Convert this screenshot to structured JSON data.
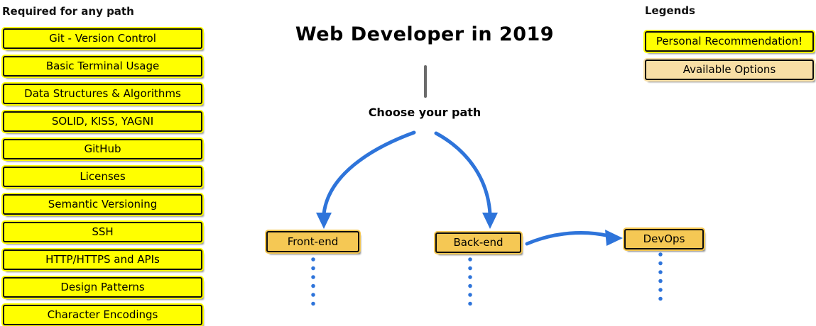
{
  "title": "Web Developer in 2019",
  "choose_path_label": "Choose your path",
  "required": {
    "heading": "Required for any path",
    "items": [
      "Git - Version Control",
      "Basic Terminal Usage",
      "Data Structures & Algorithms",
      "SOLID, KISS, YAGNI",
      "GitHub",
      "Licenses",
      "Semantic Versioning",
      "SSH",
      "HTTP/HTTPS and APIs",
      "Design Patterns",
      "Character Encodings"
    ]
  },
  "legends": {
    "heading": "Legends",
    "personal_recommendation": "Personal Recommendation!",
    "available_options": "Available Options"
  },
  "paths": {
    "front_end": "Front-end",
    "back_end": "Back-end",
    "devops": "DevOps"
  },
  "colors": {
    "recommendation_yellow": "#FFFF00",
    "path_box_orange": "#F5C854",
    "available_option_tan": "#F8DFA5",
    "arrow_blue": "#2E74DA",
    "divider_gray": "#6B6B6B",
    "border_black": "#0D0D0D"
  }
}
